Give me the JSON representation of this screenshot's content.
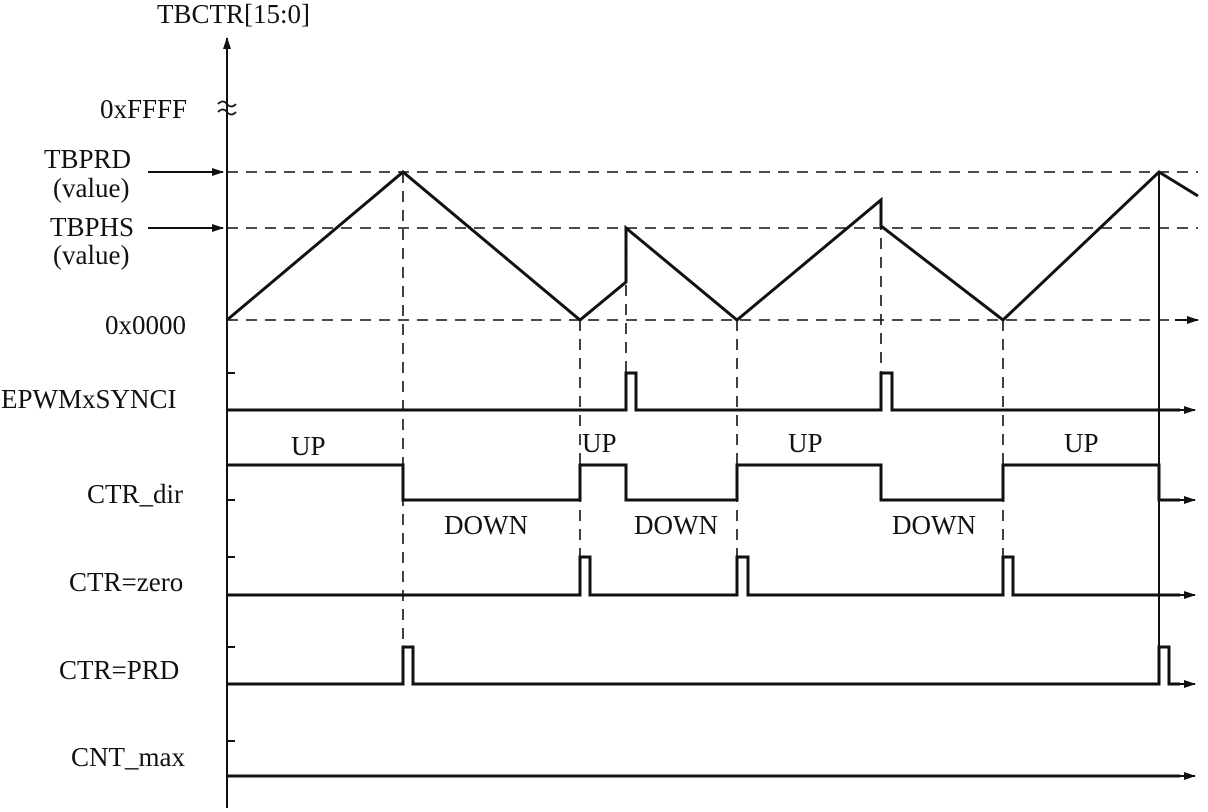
{
  "y_axis": {
    "title": "TBCTR[15:0]",
    "max_label": "0xFFFF",
    "prd_label": [
      "TBPRD",
      "(value)"
    ],
    "phs_label": [
      "TBPHS",
      "(value)"
    ],
    "zero_label": "0x0000"
  },
  "signals": [
    {
      "name": "EPWMxSYNCI"
    },
    {
      "name": "CTR_dir",
      "labels": [
        "UP",
        "UP",
        "UP",
        "UP",
        "DOWN",
        "DOWN",
        "DOWN"
      ]
    },
    {
      "name": "CTR=zero"
    },
    {
      "name": "CTR=PRD"
    },
    {
      "name": "CNT_max"
    }
  ],
  "counter_sequence": [
    "0x0000",
    "TBPRD",
    "0x0000",
    "TBPHS",
    "0x0000",
    "TBPHS",
    "0x0000",
    "TBPRD"
  ],
  "colors": {
    "line": "#111111",
    "background": "#ffffff"
  }
}
